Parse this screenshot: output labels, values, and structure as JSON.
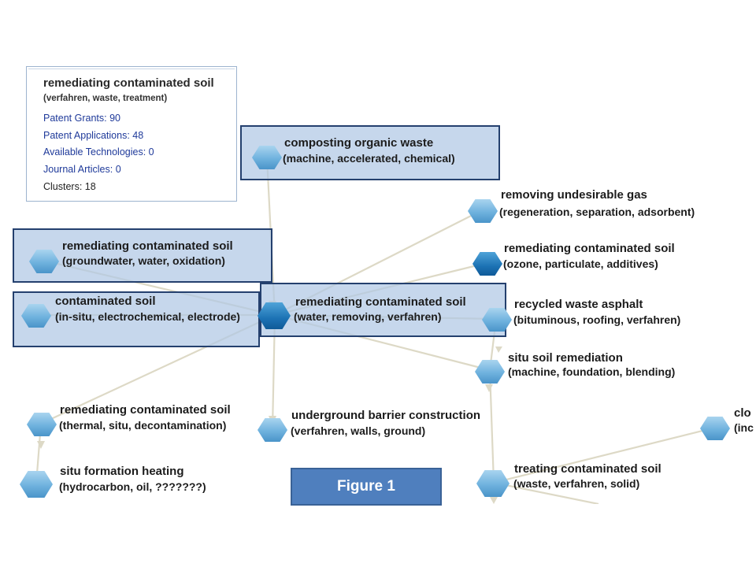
{
  "info_box": {
    "title": "remediating contaminated soil",
    "subtitle": "(verfahren, waste, treatment)",
    "stats": [
      {
        "label": "Patent Grants: 90"
      },
      {
        "label": "Patent Applications: 48"
      },
      {
        "label": "Available Technologies: 0"
      },
      {
        "label": "Journal Articles: 0"
      },
      {
        "label": "Clusters: 18"
      }
    ]
  },
  "nodes": [
    {
      "id": "composting",
      "title": "composting organic waste",
      "keywords": "(machine, accelerated, chemical)",
      "highlighted": true
    },
    {
      "id": "gas",
      "title": "removing undesirable gas",
      "keywords": "(regeneration, separation, adsorbent)",
      "highlighted": false
    },
    {
      "id": "rcs-groundwater",
      "title": "remediating contaminated soil",
      "keywords": "(groundwater, water, oxidation)",
      "highlighted": true
    },
    {
      "id": "rcs-ozone",
      "title": "remediating contaminated soil",
      "keywords": "(ozone, particulate, additives)",
      "highlighted": false
    },
    {
      "id": "cs-insitu",
      "title": "contaminated soil",
      "keywords": "(in-situ, electrochemical, electrode)",
      "highlighted": true
    },
    {
      "id": "rcs-water",
      "title": "remediating contaminated soil",
      "keywords": "(water, removing, verfahren)",
      "highlighted": true
    },
    {
      "id": "asphalt",
      "title": "recycled waste asphalt",
      "keywords": "(bituminous, roofing, verfahren)",
      "highlighted": false
    },
    {
      "id": "situ-remediation",
      "title": "situ soil remediation",
      "keywords": "(machine, foundation, blending)",
      "highlighted": false
    },
    {
      "id": "rcs-thermal",
      "title": "remediating contaminated soil",
      "keywords": "(thermal, situ, decontamination)",
      "highlighted": false
    },
    {
      "id": "barrier",
      "title": "underground barrier construction",
      "keywords": "(verfahren, walls, ground)",
      "highlighted": false
    },
    {
      "id": "clo",
      "title": "clo",
      "keywords": "(inc",
      "highlighted": false
    },
    {
      "id": "heating",
      "title": "situ formation heating",
      "keywords": "(hydrocarbon, oil, ???????)",
      "highlighted": false
    },
    {
      "id": "treating",
      "title": "treating contaminated soil",
      "keywords": "(waste, verfahren, solid)",
      "highlighted": false
    }
  ],
  "figure_label": "Figure 1"
}
